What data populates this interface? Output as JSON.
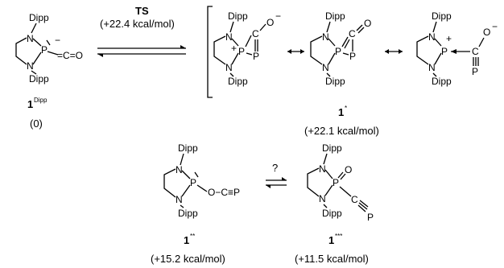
{
  "atoms": {
    "N": "N",
    "P": "P",
    "C": "C",
    "O": "O",
    "dipp": "Dipp"
  },
  "glyphs": {
    "minus": "−",
    "plus": "+",
    "ylide": "=C=O",
    "yne": "O−C≡P"
  },
  "compounds": [
    {
      "label": "1",
      "sup": "Dipp",
      "energy": "(0)"
    },
    {
      "label": "1",
      "sup": "*",
      "energy": "(+22.1 kcal/mol)"
    },
    {
      "label": "1",
      "sup": "**",
      "energy": "(+15.2 kcal/mol)"
    },
    {
      "label": "1",
      "sup": "***",
      "energy": "(+11.5 kcal/mol)"
    }
  ],
  "ts": {
    "label": "TS",
    "energy": "(+22.4 kcal/mol)"
  },
  "question": "?"
}
